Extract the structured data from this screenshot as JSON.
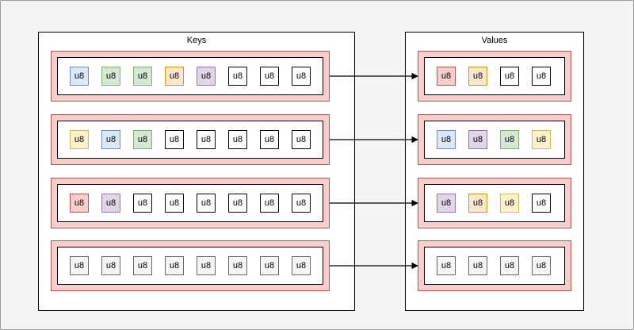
{
  "keys": {
    "title": "Keys",
    "rows": [
      {
        "cells": [
          {
            "label": "u8",
            "color": "blue"
          },
          {
            "label": "u8",
            "color": "green"
          },
          {
            "label": "u8",
            "color": "green"
          },
          {
            "label": "u8",
            "color": "orange"
          },
          {
            "label": "u8",
            "color": "purple"
          },
          {
            "label": "u8",
            "color": "white"
          },
          {
            "label": "u8",
            "color": "white"
          },
          {
            "label": "u8",
            "color": "white"
          }
        ]
      },
      {
        "cells": [
          {
            "label": "u8",
            "color": "yellow"
          },
          {
            "label": "u8",
            "color": "blue"
          },
          {
            "label": "u8",
            "color": "green"
          },
          {
            "label": "u8",
            "color": "white"
          },
          {
            "label": "u8",
            "color": "white"
          },
          {
            "label": "u8",
            "color": "white"
          },
          {
            "label": "u8",
            "color": "white"
          },
          {
            "label": "u8",
            "color": "white"
          }
        ]
      },
      {
        "cells": [
          {
            "label": "u8",
            "color": "red"
          },
          {
            "label": "u8",
            "color": "purple"
          },
          {
            "label": "u8",
            "color": "white"
          },
          {
            "label": "u8",
            "color": "white"
          },
          {
            "label": "u8",
            "color": "white"
          },
          {
            "label": "u8",
            "color": "white"
          },
          {
            "label": "u8",
            "color": "white"
          },
          {
            "label": "u8",
            "color": "white"
          }
        ]
      },
      {
        "cells": [
          {
            "label": "u8",
            "color": "gray"
          },
          {
            "label": "u8",
            "color": "gray"
          },
          {
            "label": "u8",
            "color": "gray"
          },
          {
            "label": "u8",
            "color": "gray"
          },
          {
            "label": "u8",
            "color": "gray"
          },
          {
            "label": "u8",
            "color": "gray"
          },
          {
            "label": "u8",
            "color": "gray"
          },
          {
            "label": "u8",
            "color": "gray"
          }
        ]
      }
    ]
  },
  "values": {
    "title": "Values",
    "rows": [
      {
        "cells": [
          {
            "label": "u8",
            "color": "red"
          },
          {
            "label": "u8",
            "color": "orange"
          },
          {
            "label": "u8",
            "color": "white"
          },
          {
            "label": "u8",
            "color": "white"
          }
        ]
      },
      {
        "cells": [
          {
            "label": "u8",
            "color": "blue"
          },
          {
            "label": "u8",
            "color": "purple"
          },
          {
            "label": "u8",
            "color": "green"
          },
          {
            "label": "u8",
            "color": "yellow"
          }
        ]
      },
      {
        "cells": [
          {
            "label": "u8",
            "color": "purple"
          },
          {
            "label": "u8",
            "color": "orange"
          },
          {
            "label": "u8",
            "color": "yellow"
          },
          {
            "label": "u8",
            "color": "white"
          }
        ]
      },
      {
        "cells": [
          {
            "label": "u8",
            "color": "gray"
          },
          {
            "label": "u8",
            "color": "gray"
          },
          {
            "label": "u8",
            "color": "gray"
          },
          {
            "label": "u8",
            "color": "gray"
          }
        ]
      }
    ]
  },
  "arrows": [
    {
      "from": "keys-row-1",
      "to": "values-row-1"
    },
    {
      "from": "keys-row-2",
      "to": "values-row-2"
    },
    {
      "from": "keys-row-3",
      "to": "values-row-3"
    },
    {
      "from": "keys-row-4",
      "to": "values-row-4"
    }
  ],
  "colors": {
    "row_fill": "#f8cecc",
    "row_stroke": "#b85450",
    "blue": "#dae8fc",
    "green": "#d5e8d4",
    "orange": "#ffe6cc",
    "purple": "#e1d5e7",
    "yellow": "#fff2cc",
    "red": "#f8cecc",
    "gray": "#f5f5f5",
    "white": "#ffffff"
  }
}
